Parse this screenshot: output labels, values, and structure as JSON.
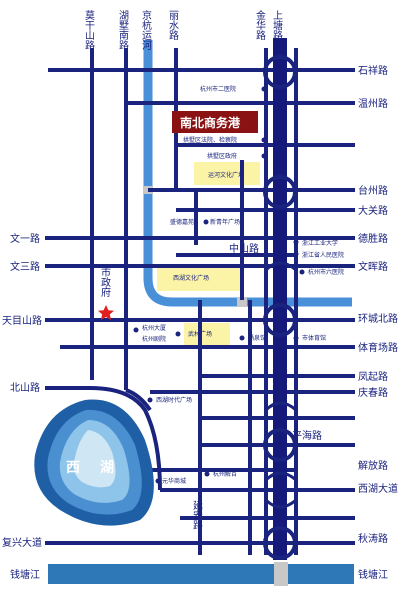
{
  "colors": {
    "road": "#1a237e",
    "main_road": "#151a7a",
    "canal": "#4a90d9",
    "river": "#2f78b8",
    "yellow_area": "#fbf3a6",
    "banner": "#8a1212",
    "lake_outer": "#1f5fa6",
    "lake_inner": "#cfe6f5",
    "marker_star": "#e02020"
  },
  "title_block": {
    "label": "南北商务港"
  },
  "roads_top": {
    "moganshan": "莫干山路",
    "husu": "湖墅南路",
    "jinghang": "京杭运河",
    "lishui": "丽水路",
    "jinhua": "金华路",
    "shangtang": "上塘路"
  },
  "roads_right": {
    "shixiang": "石祥路",
    "wenzhou": "温州路",
    "taizhou": "台州路",
    "daguan": "大关路",
    "desheng": "德胜路",
    "wenhui": "文晖路",
    "huancheng": "环城北路",
    "tiyuchang": "体育场路",
    "fengqi": "凤起路",
    "qingchun": "庆春路",
    "jiefang": "解放路",
    "xihu_dadao": "西湖大道",
    "qiutao": "秋涛路",
    "qiantang_r": "钱塘江"
  },
  "roads_left": {
    "wenyi": "文一路",
    "wensan": "文三路",
    "tianmushan": "天目山路",
    "beishan": "北山路",
    "fuxing": "复兴大道",
    "qiantang_l": "钱塘江"
  },
  "roads_inner": {
    "zhongshan": "中山路",
    "pinghai": "平海路",
    "yanan": "延安路",
    "city_govt": "市政府"
  },
  "lake": {
    "char1": "西",
    "char2": "湖"
  },
  "pois": {
    "hospital2": "杭州市二医院",
    "gongshu_court": "拱墅区法院、检察院",
    "gongshu_govt": "拱墅区政府",
    "canal_square": "运河文化广场",
    "shengdi": "盛德嘉苑",
    "xinqingnian": "新青年广场",
    "zhejiang_tech": "浙江工业大学",
    "zj_people_hosp": "浙江省人民医院",
    "hz_hosp6": "杭州市六医院",
    "xihu_culture": "西湖文化广场",
    "hz_tower": "杭州大厦",
    "hz_theater": "杭州剧院",
    "wulin": "武林广场",
    "yongquan": "涌泉馆",
    "stadium": "市体育馆",
    "xihu_times": "西湖时代广场",
    "jiefang_bldg": "杭州解百",
    "yuanhua": "元华商城"
  }
}
